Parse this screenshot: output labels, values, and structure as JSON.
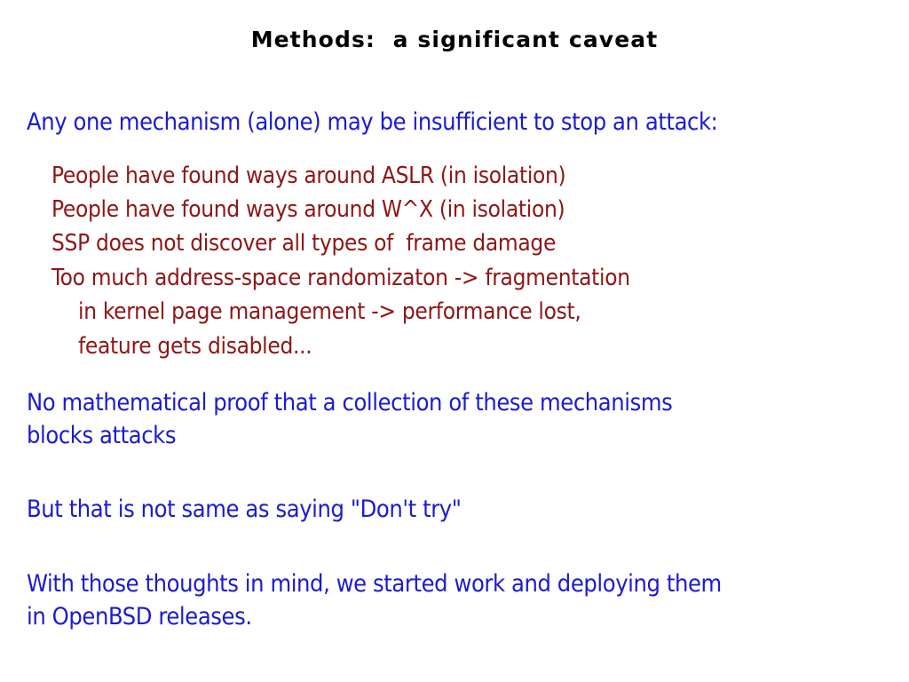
{
  "slide": {
    "background_color": "#ffffff",
    "title": "Methods:  a significant caveat",
    "title_color": "#000000",
    "accent_blue": "#1b1bd0",
    "accent_red": "#8e1616"
  },
  "intro": {
    "text": "Any one mechanism (alone) may be insufficient to stop an attack:"
  },
  "bullets": [
    {
      "text": "People have found ways around ASLR (in isolation)",
      "indent": "bullet"
    },
    {
      "text": "People have found ways around W^X (in isolation)",
      "indent": "bullet"
    },
    {
      "text": "SSP does not discover all types of  frame damage",
      "indent": "bullet"
    },
    {
      "text": "Too much address-space randomizaton -> fragmentation",
      "indent": "bullet"
    },
    {
      "text": "in kernel page management -> performance lost,",
      "indent": "sub"
    },
    {
      "text": "feature gets disabled...",
      "indent": "sub"
    }
  ],
  "paragraphs": [
    {
      "lines": [
        "No mathematical proof that a collection of these mechanisms",
        "blocks attacks"
      ]
    },
    {
      "lines": [
        "But that is not same as saying \"Don't try\""
      ]
    },
    {
      "lines": [
        "With those thoughts in mind, we started work and deploying them",
        "in OpenBSD releases."
      ]
    }
  ]
}
